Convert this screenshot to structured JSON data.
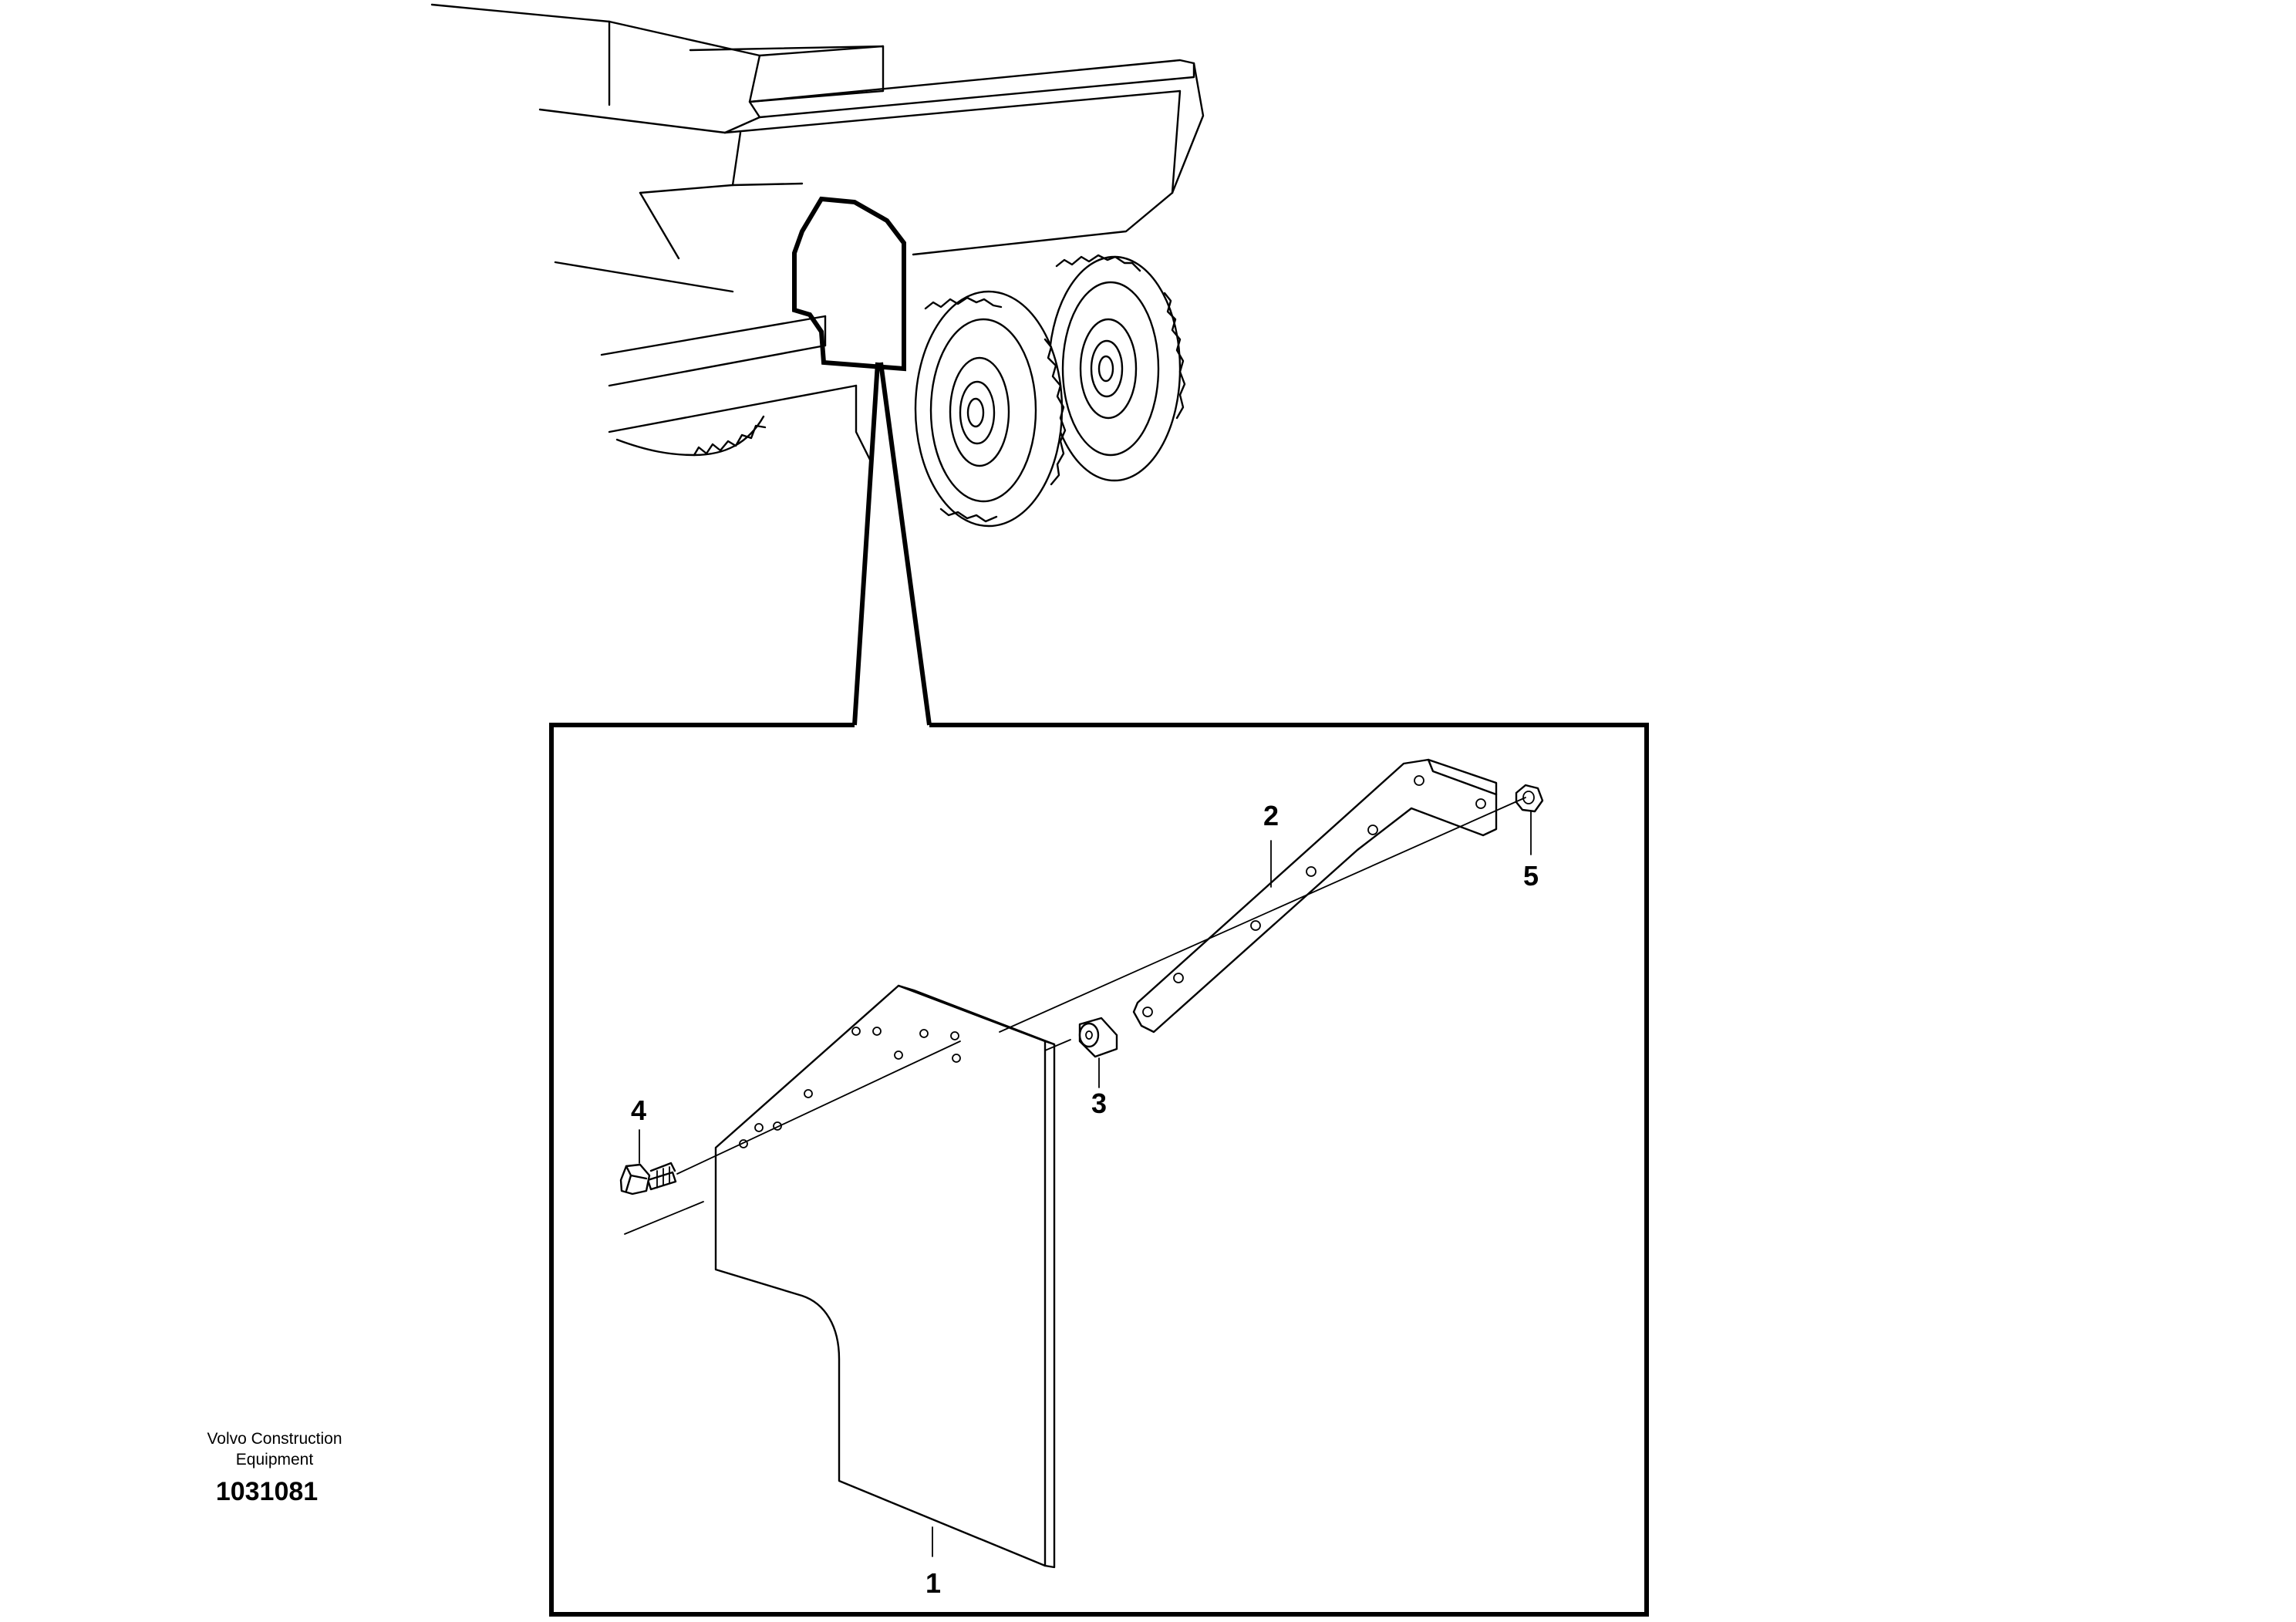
{
  "callouts": [
    {
      "id": "1",
      "text": "1"
    },
    {
      "id": "2",
      "text": "2"
    },
    {
      "id": "3",
      "text": "3"
    },
    {
      "id": "4",
      "text": "4"
    },
    {
      "id": "5",
      "text": "5"
    }
  ],
  "publisher": {
    "line1": "Volvo Construction",
    "line2": "Equipment"
  },
  "illustration_number": "1031081"
}
